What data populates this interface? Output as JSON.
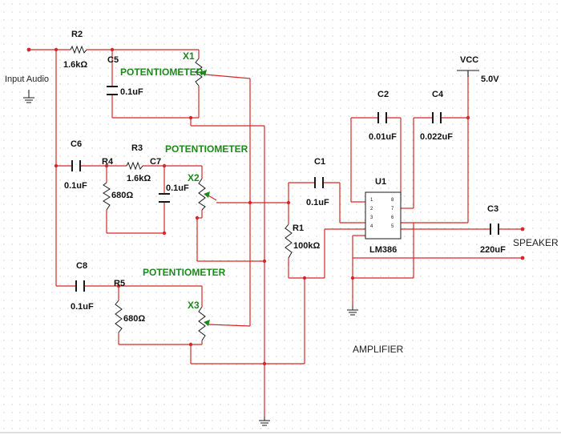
{
  "labels": {
    "input": "Input Audio",
    "r2": "R2",
    "r2_val": "1.6kΩ",
    "c5": "C5",
    "c5_val": "0.1uF",
    "x1": "X1",
    "pot1": "POTENTIOMETER",
    "c6": "C6",
    "c6_val": "0.1uF",
    "r3": "R3",
    "r3_val": "1.6kΩ",
    "r4": "R4",
    "r4_val": "680Ω",
    "c7": "C7",
    "c7_val": "0.1uF",
    "x2": "X2",
    "pot2": "POTENTIOMETER",
    "c8": "C8",
    "c8_val": "0.1uF",
    "r5": "R5",
    "r5_val": "680Ω",
    "x3": "X3",
    "pot3": "POTENTIOMETER",
    "c1": "C1",
    "c1_val": "0.1uF",
    "r1": "R1",
    "r1_val": "100kΩ",
    "c2": "C2",
    "c2_val": "0.01uF",
    "c4": "C4",
    "c4_val": "0.022uF",
    "vcc": "VCC",
    "vcc_val": "5.0V",
    "u1": "U1",
    "u1_part": "LM386",
    "c3": "C3",
    "c3_val": "220uF",
    "speaker": "SPEAKER",
    "amplifier": "AMPLIFIER"
  },
  "pins": [
    "1",
    "2",
    "3",
    "4",
    "8",
    "7",
    "6",
    "5"
  ],
  "colors": {
    "wire": "#d62828",
    "component": "#1a1a1a",
    "pot_label": "#1a8a1a",
    "grid_dot": "#c8c8c8"
  }
}
